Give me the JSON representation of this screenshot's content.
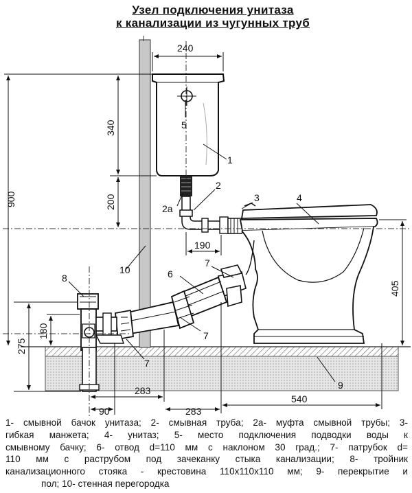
{
  "title": {
    "line1": "Узел подключения унитаза",
    "line2": "к канализации из чугунных труб"
  },
  "dimensions": {
    "tank_width": "240",
    "tank_height": "340",
    "tank_above_outlet": "200",
    "total_height": "900",
    "pipe_offset": "190",
    "bowl_height": "405",
    "tee_height": "180",
    "floor_to_axis": "275",
    "offset_a": "283",
    "offset_b": "283",
    "riser_offset": "90",
    "bowl_length": "540"
  },
  "callouts": [
    "1",
    "2",
    "2а",
    "3",
    "4",
    "5",
    "6",
    "7",
    "7",
    "7",
    "8",
    "9",
    "10"
  ],
  "legend": [
    "1- смывной бачок унитаза; 2- смывная труба; 2а- муфта смывной трубы; 3-",
    "гибкая манжета; 4- унитаз; 5- место подключения подводки воды к",
    "смывному бачку; 6- отвод d=110 мм с наклоном 30 град.; 7- патрубок d=",
    "110 мм с раструбом под зачеканку стыка канализации; 8- тройник",
    "канализационного стояка - крестовина 110х110х110 мм; 9- перекрытие и",
    "пол; 10- стенная перегородка"
  ]
}
